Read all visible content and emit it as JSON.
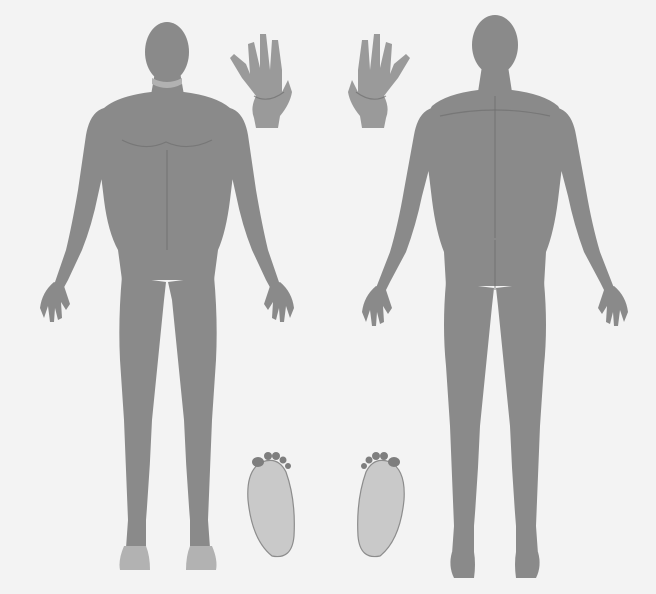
{
  "figure": {
    "views": [
      "front",
      "back"
    ],
    "extremities": [
      "left-palm",
      "right-palm",
      "left-sole",
      "right-sole"
    ],
    "colors": {
      "background": "#f3f3f3",
      "body": "#8a8a8a",
      "highlight": "#b2b2b2",
      "foot": "#c9c9c9"
    }
  }
}
